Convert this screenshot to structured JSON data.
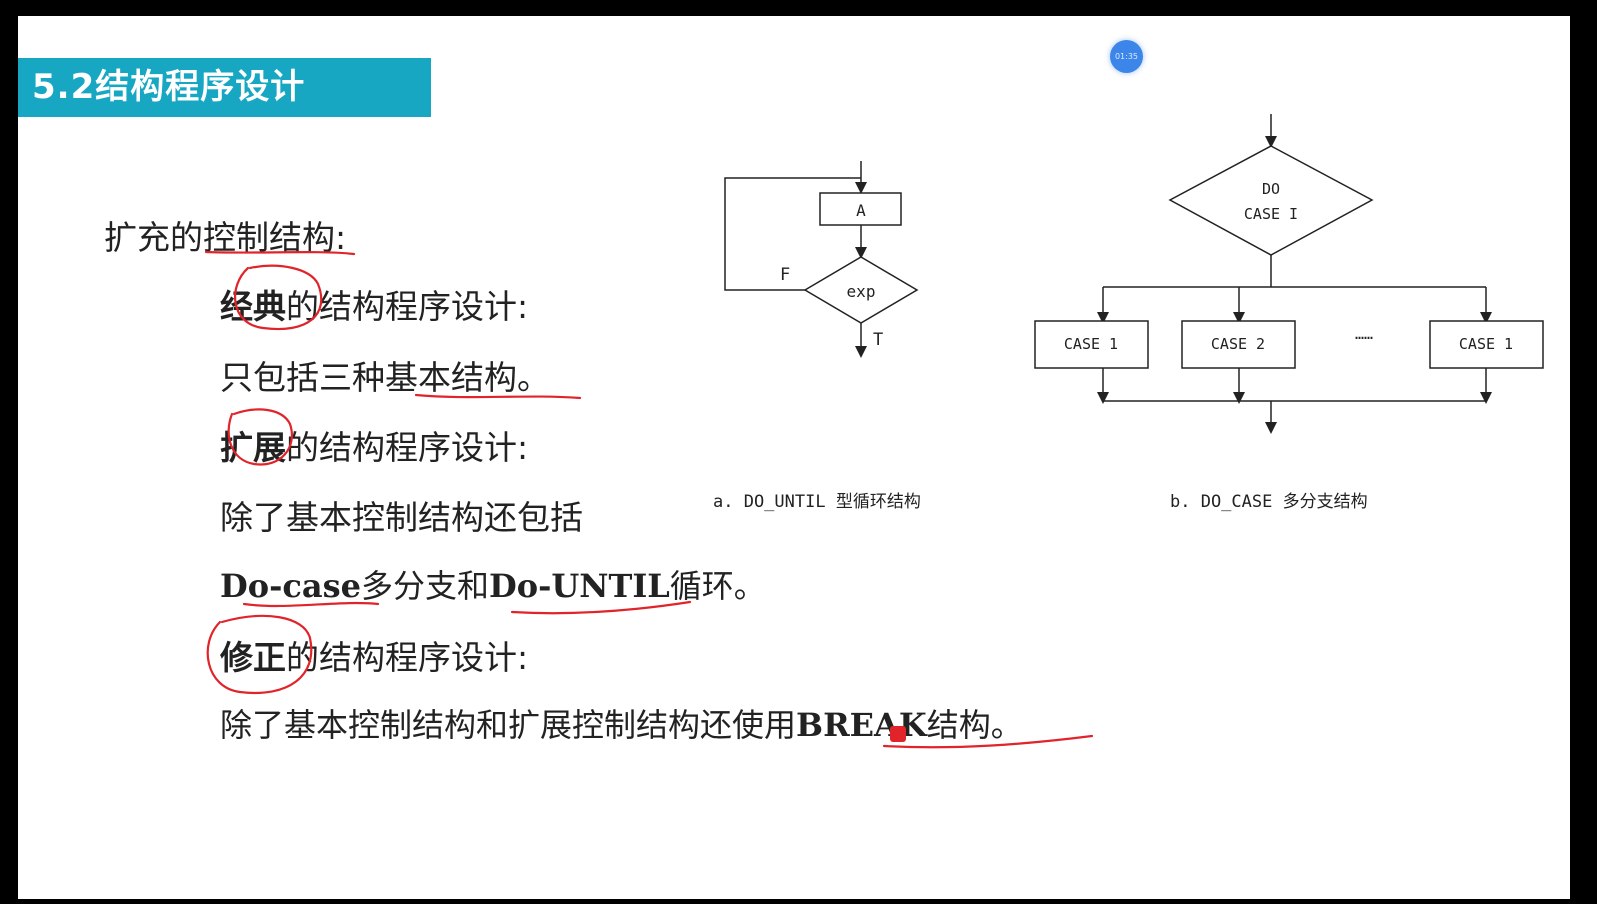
{
  "slide": {
    "title": "5.2结构程序设计",
    "timer": "01:35"
  },
  "content": {
    "line1": "扩充的控制结构:",
    "line2_bold": "经典",
    "line2_rest": "的结构程序设计:",
    "line3": "只包括三种基本结构。",
    "line4_bold": "扩展",
    "line4_rest": "的结构程序设计:",
    "line5": "除了基本控制结构还包括",
    "line6_part1": "Do-case",
    "line6_part2": "多分支和",
    "line6_part3": "Do-UNTIL",
    "line6_part4": "循环。",
    "line7_bold": "修正",
    "line7_rest": "的结构程序设计:",
    "line8_part1": "除了基本控制结构和扩展控制结构还使用",
    "line8_part2": "BREAK",
    "line8_part3": "结构。"
  },
  "diagram_a": {
    "box_label": "A",
    "decision_label": "exp",
    "false_label": "F",
    "true_label": "T",
    "caption": "a.  DO_UNTIL 型循环结构"
  },
  "diagram_b": {
    "decision_line1": "DO",
    "decision_line2": "CASE I",
    "case1": "CASE 1",
    "case2": "CASE 2",
    "ellipsis": "……",
    "case_last": "CASE 1",
    "caption": "b.  DO_CASE 多分支结构"
  },
  "colors": {
    "title_bg": "#17a7c3",
    "annotation_red": "#e0242a",
    "badge": "#3b86e8"
  }
}
